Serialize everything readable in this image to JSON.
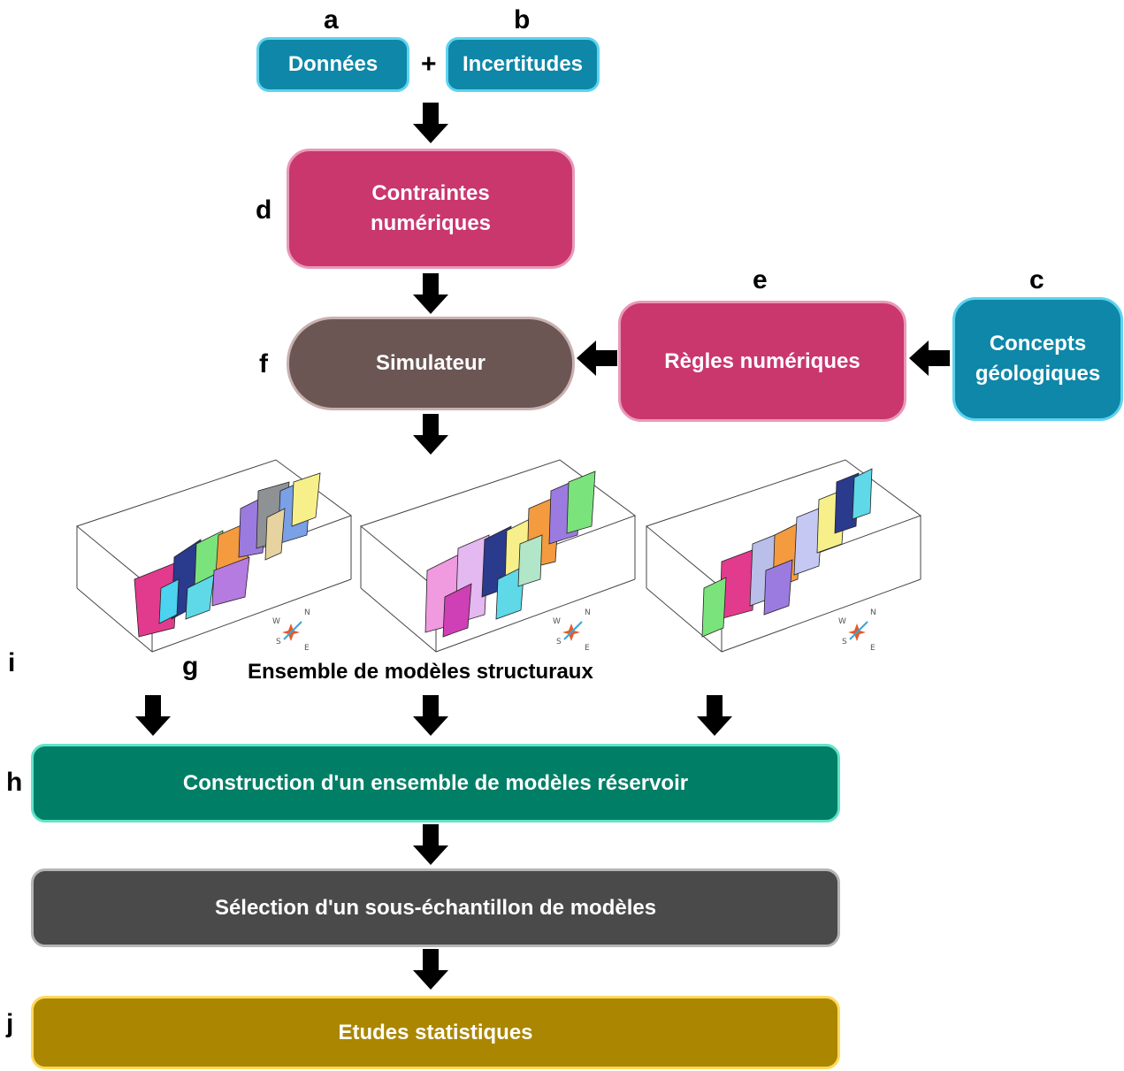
{
  "labels": {
    "a": "a",
    "b": "b",
    "c": "c",
    "d": "d",
    "e": "e",
    "f": "f",
    "g": "g",
    "h": "h",
    "i": "i",
    "j": "j",
    "plus": "+"
  },
  "nodes": {
    "donnees": "Données",
    "incertitudes": "Incertitudes",
    "contraintes_line1": "Contraintes",
    "contraintes_line2": "numériques",
    "simulateur": "Simulateur",
    "regles": "Règles numériques",
    "concepts_line1": "Concepts",
    "concepts_line2": "géologiques",
    "construction": "Construction d'un ensemble de modèles réservoir",
    "selection": "Sélection d'un sous-échantillon de modèles",
    "etudes": "Etudes statistiques"
  },
  "ensemble_caption": "Ensemble de modèles structuraux",
  "compass": {
    "w": "W",
    "n": "N",
    "s": "S",
    "e": "E"
  },
  "colors": {
    "teal": "#0e87a8",
    "pink": "#c9376d",
    "brown": "#6b5654",
    "green": "#007f66",
    "gray": "#4a4a4a",
    "gold": "#ab8600"
  }
}
